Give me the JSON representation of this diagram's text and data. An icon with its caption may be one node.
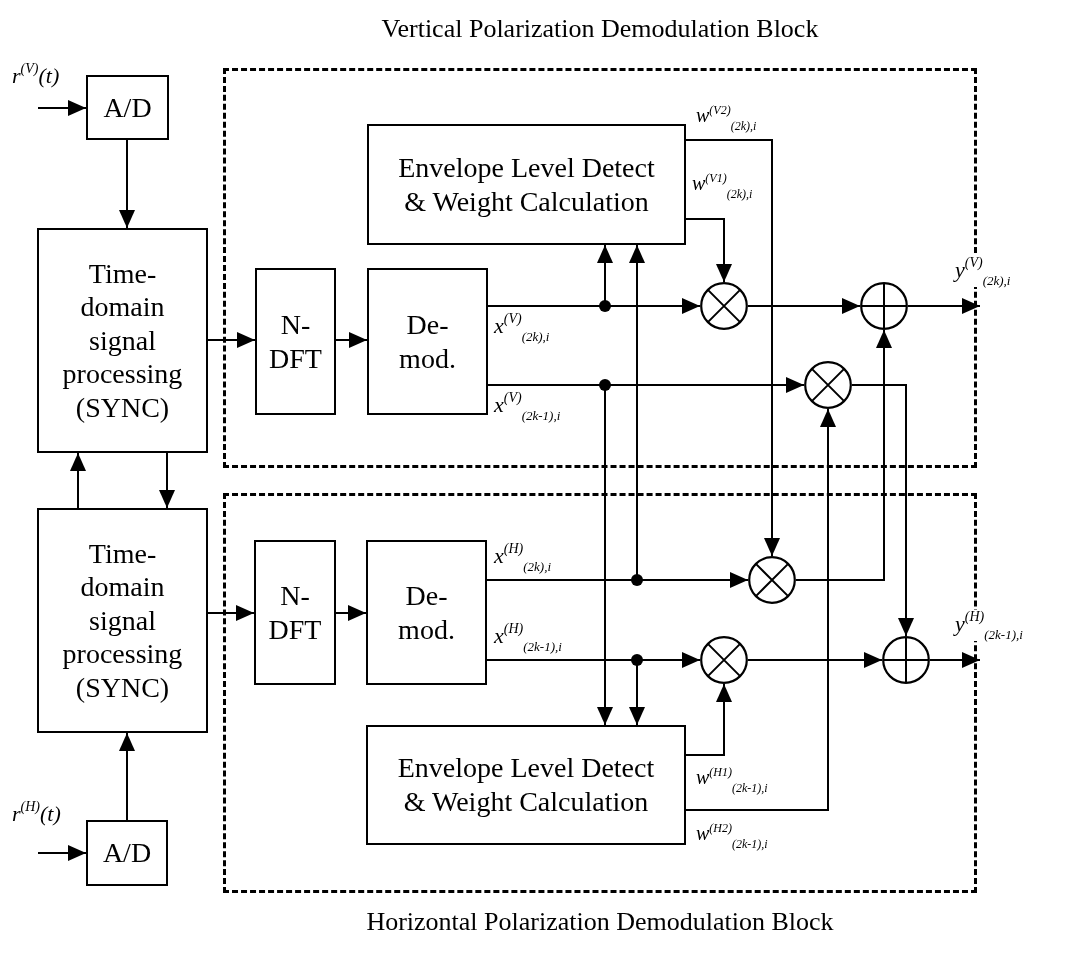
{
  "diagram": {
    "nodes": [
      {
        "text": [
          "Vertical Polarization Demodulation Block"
        ]
      },
      {
        "text": [
          "Horizontal Polarization Demodulation Block"
        ]
      },
      {
        "text": [
          "A/D"
        ]
      },
      {
        "text": [
          "Time-domain signal processing (SYNC)"
        ]
      },
      {
        "text": [
          "Time-domain signal processing (SYNC)"
        ]
      },
      {
        "text": [
          "A/D"
        ]
      },
      {
        "text": [
          "N-DFT"
        ],
        "in": 0
      },
      {
        "text": [
          "De-mod."
        ],
        "in": 0
      },
      {
        "text": [
          "Envelope Level Detect & Weight Calculation"
        ],
        "in": 0
      },
      {
        "text": [],
        "shape": "circle",
        "in": 0
      },
      {
        "text": [],
        "shape": "circle",
        "in": 0
      },
      {
        "text": [],
        "shape": "circle",
        "in": 0
      },
      {
        "text": [
          "N-DFT"
        ],
        "in": 1
      },
      {
        "text": [
          "De-mod."
        ],
        "in": 1
      },
      {
        "text": [
          "Envelope Level Detect & Weight Calculation"
        ],
        "in": 1
      },
      {
        "text": [],
        "shape": "circle",
        "in": 1
      },
      {
        "text": [],
        "shape": "circle",
        "in": 1
      },
      {
        "text": [],
        "shape": "circle",
        "in": 1
      }
    ],
    "edges": [
      {
        "from": null,
        "to": 2,
        "arrow": "to",
        "label": "r$^{(V)}$(t)"
      },
      {
        "from": 2,
        "to": 3,
        "arrow": "to"
      },
      {
        "from": 3,
        "to": 6,
        "arrow": "to"
      },
      {
        "from": 6,
        "to": 7,
        "arrow": "to"
      },
      {
        "from": 4,
        "to": 3,
        "arrow": "to"
      },
      {
        "from": 3,
        "to": 4,
        "arrow": "to"
      },
      {
        "from": 5,
        "to": 4,
        "arrow": "to"
      },
      {
        "from": null,
        "to": 5,
        "arrow": "to",
        "label": "r$^{(H)}$(t)"
      },
      {
        "from": 4,
        "to": 12,
        "arrow": "to"
      },
      {
        "from": 12,
        "to": 13,
        "arrow": "to"
      },
      {
        "from": 7,
        "to": 9,
        "arrow": "to",
        "label": "x$^{(V)}$$_{(2k),i}$"
      },
      {
        "from": 7,
        "to": 8,
        "arrow": "to"
      },
      {
        "from": 7,
        "to": 10,
        "arrow": "to",
        "label": "x$^{(V)}$$_{(2k-1),i}$"
      },
      {
        "from": 7,
        "to": 14,
        "arrow": "to"
      },
      {
        "from": 13,
        "to": 15,
        "arrow": "to",
        "label": "x$^{(H)}$$_{(2k),i}$"
      },
      {
        "from": 13,
        "to": 8,
        "arrow": "to"
      },
      {
        "from": 13,
        "to": 16,
        "arrow": "to",
        "label": "x$^{(H)}$$_{(2k-1),i}$"
      },
      {
        "from": 13,
        "to": 14,
        "arrow": "to"
      },
      {
        "from": 8,
        "to": 9,
        "arrow": "to",
        "label": "w$^{(V1)}$$_{(2k),i}$"
      },
      {
        "from": 8,
        "to": 15,
        "arrow": "to",
        "label": "w$^{(V2)}$$_{(2k),i}$"
      },
      {
        "from": 14,
        "to": 16,
        "arrow": "to",
        "label": "w$^{(H1)}$$_{(2k-1),i}$"
      },
      {
        "from": 14,
        "to": 10,
        "arrow": "to",
        "label": "w$^{(H2)}$$_{(2k-1),i}$"
      },
      {
        "from": 9,
        "to": 11,
        "arrow": "to"
      },
      {
        "from": 15,
        "to": 11,
        "arrow": "to"
      },
      {
        "from": 10,
        "to": 17,
        "arrow": "to"
      },
      {
        "from": 16,
        "to": 17,
        "arrow": "to"
      },
      {
        "from": 11,
        "to": null,
        "arrow": "to",
        "label": "y$^{(V)}$$_{(2k),i}$"
      },
      {
        "from": 17,
        "to": null,
        "arrow": "to",
        "label": "y$^{(H)}$$_{(2k-1),i}$"
      }
    ]
  }
}
